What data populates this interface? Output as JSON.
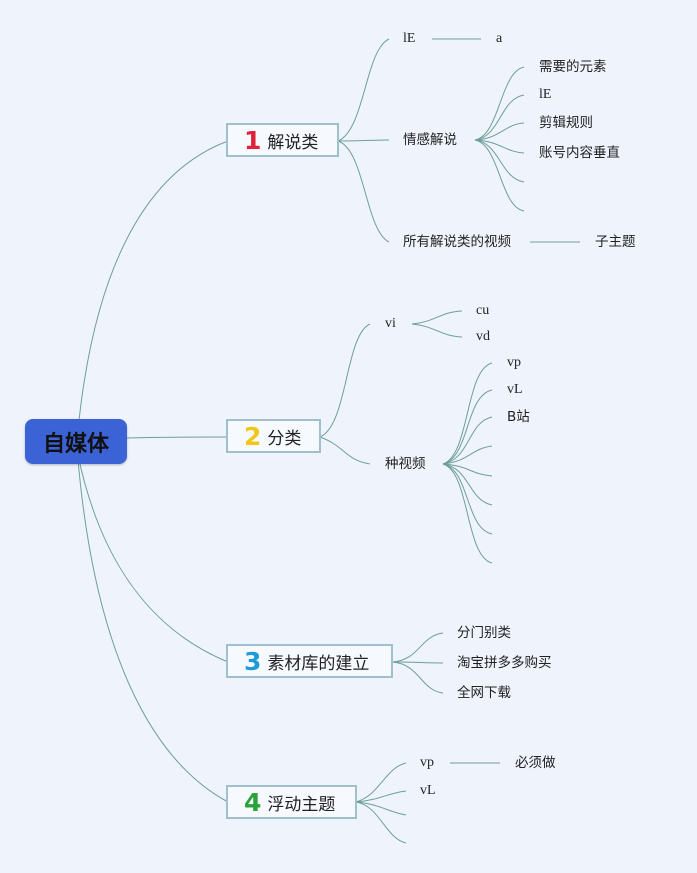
{
  "root": {
    "label": "自媒体"
  },
  "branches": [
    {
      "number": "1",
      "number_color": "#e0213a",
      "label": "解说类",
      "children": [
        {
          "label": "lE",
          "children": [
            {
              "label": "a"
            }
          ]
        },
        {
          "label": "情感解说",
          "children": [
            {
              "label": "需要的元素"
            },
            {
              "label": "lE"
            },
            {
              "label": "剪辑规则"
            },
            {
              "label": "账号内容垂直"
            },
            {
              "label": ""
            },
            {
              "label": ""
            }
          ]
        },
        {
          "label": "所有解说类的视频",
          "children": [
            {
              "label": "子主题"
            }
          ]
        }
      ]
    },
    {
      "number": "2",
      "number_color": "#f2c51a",
      "label": "分类",
      "children": [
        {
          "label": "vi",
          "children": [
            {
              "label": "cu"
            },
            {
              "label": "vd"
            }
          ]
        },
        {
          "label": "种视频",
          "children": [
            {
              "label": "vp"
            },
            {
              "label": "vL"
            },
            {
              "label": "B站"
            },
            {
              "label": ""
            },
            {
              "label": ""
            },
            {
              "label": ""
            },
            {
              "label": ""
            },
            {
              "label": ""
            }
          ]
        }
      ]
    },
    {
      "number": "3",
      "number_color": "#1f9ad8",
      "label": "素材库的建立",
      "children": [
        {
          "label": "分门别类"
        },
        {
          "label": "淘宝拼多多购买"
        },
        {
          "label": "全网下载"
        }
      ]
    },
    {
      "number": "4",
      "number_color": "#2aa23a",
      "label": "浮动主题",
      "children": [
        {
          "label": "vp",
          "children": [
            {
              "label": "必须做"
            }
          ]
        },
        {
          "label": "vL"
        },
        {
          "label": ""
        },
        {
          "label": ""
        }
      ]
    }
  ]
}
